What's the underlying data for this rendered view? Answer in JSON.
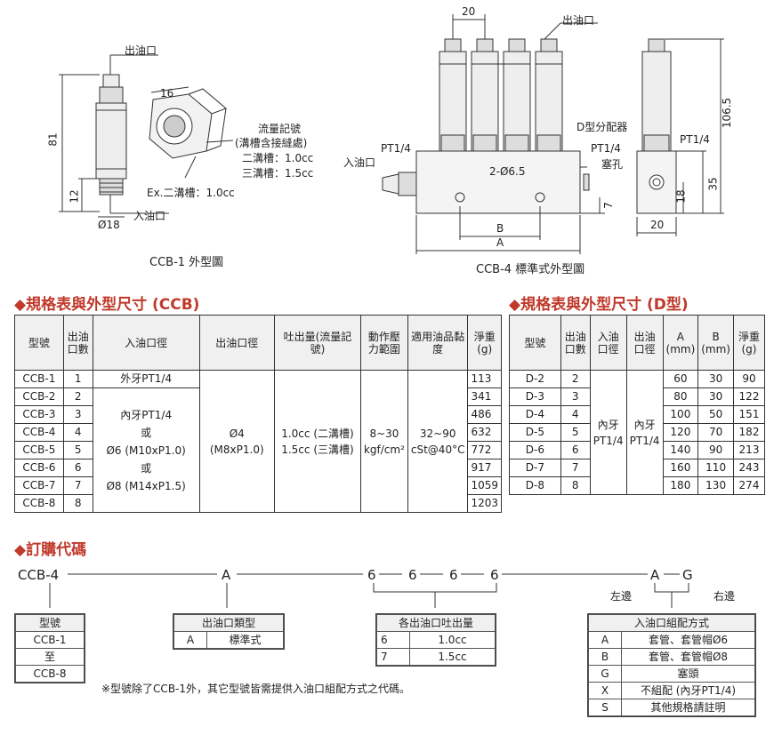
{
  "drawings": {
    "ccb1": {
      "caption": "CCB-1 外型圖",
      "outlet": "出油口",
      "inlet": "入油口",
      "dim_height": "81",
      "dim_thread": "12",
      "dim_dia": "Ø18",
      "dim_hex": "16",
      "mark_title": "流量記號",
      "mark_note": "(溝槽含接縫處)",
      "groove2": "二溝槽：1.0cc",
      "groove3": "三溝槽：1.5cc",
      "example": "Ex.二溝槽：1.0cc"
    },
    "ccb4": {
      "caption": "CCB-4 標準式外型圖",
      "outlet": "出油口",
      "inlet": "入油口",
      "pt_left": "PT1/4",
      "pt_right": "PT1/4",
      "pt_side": "PT1/4",
      "distributor": "D型分配器",
      "plug": "塞孔",
      "holes": "2-Ø6.5",
      "dim_pitch": "20",
      "dim_b": "B",
      "dim_a": "A",
      "dim_7": "7",
      "dim_106": "106.5",
      "dim_35": "35",
      "dim_18": "18",
      "dim_20b": "20"
    }
  },
  "ccb_section": {
    "title": "◆規格表與外型尺寸 (CCB)",
    "headers": [
      "型號",
      "出油口數",
      "入油口徑",
      "出油口徑",
      "吐出量(流量記號)",
      "動作壓力範圍",
      "適用油品黏度",
      "淨重(g)"
    ],
    "rows": [
      {
        "model": "CCB-1",
        "outlets": "1",
        "weight": "113"
      },
      {
        "model": "CCB-2",
        "outlets": "2",
        "weight": "341"
      },
      {
        "model": "CCB-3",
        "outlets": "3",
        "weight": "486"
      },
      {
        "model": "CCB-4",
        "outlets": "4",
        "weight": "632"
      },
      {
        "model": "CCB-5",
        "outlets": "5",
        "weight": "772"
      },
      {
        "model": "CCB-6",
        "outlets": "6",
        "weight": "917"
      },
      {
        "model": "CCB-7",
        "outlets": "7",
        "weight": "1059"
      },
      {
        "model": "CCB-8",
        "outlets": "8",
        "weight": "1203"
      }
    ],
    "inlet_ccb1": "外牙PT1/4",
    "inlet_other": [
      "內牙PT1/4",
      "或",
      "Ø6 (M10xP1.0)",
      "或",
      "Ø8 (M14xP1.5)"
    ],
    "outlet_dia": [
      "Ø4",
      "(M8xP1.0)"
    ],
    "discharge": [
      "1.0cc (二溝槽)",
      "1.5cc (三溝槽)"
    ],
    "pressure": "8~30 kgf/cm²",
    "viscosity": "32~90 cSt@40°C"
  },
  "d_section": {
    "title": "◆規格表與外型尺寸 (D型)",
    "headers": [
      "型號",
      "出油口數",
      "入油口徑",
      "出油口徑",
      "A (mm)",
      "B (mm)",
      "淨重(g)"
    ],
    "rows": [
      {
        "model": "D-2",
        "outlets": "2",
        "a": "60",
        "b": "30",
        "weight": "90"
      },
      {
        "model": "D-3",
        "outlets": "3",
        "a": "80",
        "b": "30",
        "weight": "122"
      },
      {
        "model": "D-4",
        "outlets": "4",
        "a": "100",
        "b": "50",
        "weight": "151"
      },
      {
        "model": "D-5",
        "outlets": "5",
        "a": "120",
        "b": "70",
        "weight": "182"
      },
      {
        "model": "D-6",
        "outlets": "6",
        "a": "140",
        "b": "90",
        "weight": "213"
      },
      {
        "model": "D-7",
        "outlets": "7",
        "a": "160",
        "b": "110",
        "weight": "243"
      },
      {
        "model": "D-8",
        "outlets": "8",
        "a": "180",
        "b": "130",
        "weight": "274"
      }
    ],
    "inlet": [
      "內牙",
      "PT1/4"
    ],
    "outlet": [
      "內牙",
      "PT1/4"
    ]
  },
  "order": {
    "title": "◆訂購代碼",
    "code_parts": [
      "CCB-4",
      "A",
      "6",
      "6",
      "6",
      "6",
      "A",
      "G"
    ],
    "left_side": "左邊",
    "right_side": "右邊",
    "model_box": {
      "header": "型號",
      "rows": [
        "CCB-1",
        "至",
        "CCB-8"
      ]
    },
    "outlet_type_box": {
      "header": "出油口類型",
      "code": "A",
      "desc": "標準式"
    },
    "discharge_box": {
      "header": "各出油口吐出量",
      "rows": [
        {
          "code": "6",
          "desc": "1.0cc"
        },
        {
          "code": "7",
          "desc": "1.5cc"
        }
      ]
    },
    "inlet_box": {
      "header": "入油口組配方式",
      "rows": [
        {
          "code": "A",
          "desc": "套管、套管帽Ø6"
        },
        {
          "code": "B",
          "desc": "套管、套管帽Ø8"
        },
        {
          "code": "G",
          "desc": "塞頭"
        },
        {
          "code": "X",
          "desc": "不組配 (內牙PT1/4)"
        },
        {
          "code": "S",
          "desc": "其他規格請註明"
        }
      ]
    },
    "note": "※型號除了CCB-1外，其它型號皆需提供入油口組配方式之代碼。"
  },
  "colors": {
    "accent": "#c0392b",
    "line": "#333333"
  }
}
